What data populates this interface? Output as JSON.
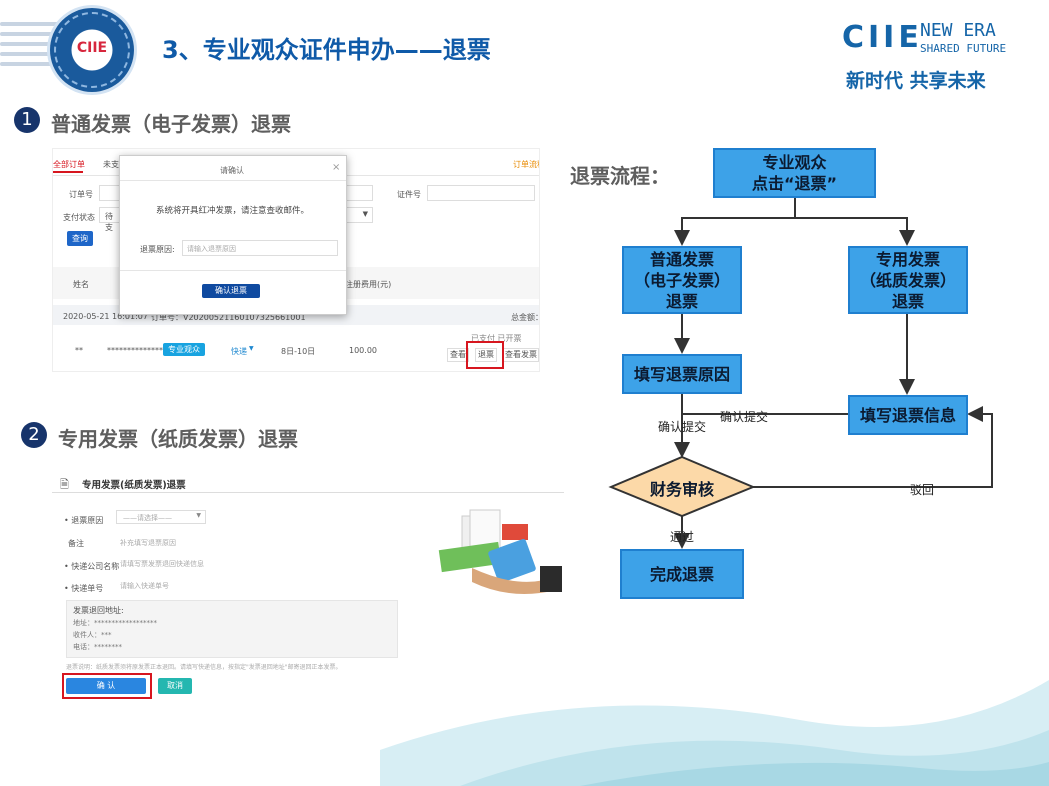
{
  "header": {
    "logo_text": "CIIE",
    "title": "3、专业观众证件申办——退票",
    "brand": "CIIE",
    "brand_line1": "NEW ERA",
    "brand_line2": "SHARED FUTURE",
    "slogan": "新时代 共享未来"
  },
  "section1": {
    "number": "1",
    "title": "普通发票（电子发票）退票"
  },
  "section2": {
    "number": "2",
    "title": "专用发票（纸质发票）退票"
  },
  "shot1": {
    "tab_all": "全部订单",
    "tab_other": "未支",
    "order_flow": "订单流程",
    "label_order_no": "订单号",
    "label_cert_no": "证件号",
    "label_pay_status": "支付状态",
    "pay_status_value": "待支",
    "query_button": "查询",
    "col_name": "姓名",
    "col_fee": "注册费用(元)",
    "order_date": "2020-05-21 16:01:07",
    "order_no": "订单号：V20200521160107325661001",
    "total_label": "总金额：",
    "row_name": "**",
    "row_id": "******************",
    "row_type": "专业观众",
    "row_delivery": "快递",
    "row_days": "8日-10日",
    "row_amount": "100.00",
    "row_status": "已支付 已开票",
    "btn_view": "查看",
    "btn_refund": "退票",
    "btn_view_invoice": "查看发票",
    "modal": {
      "title": "请确认",
      "close": "×",
      "message": "系统将开具红冲发票，请注意查收邮件。",
      "reason_label": "退票原因:",
      "reason_placeholder": "请输入退票原因",
      "confirm_button": "确认退票"
    }
  },
  "shot2": {
    "title": "专用发票(纸质发票)退票",
    "reason_label": "• 退票原因",
    "reason_placeholder": "——请选择——",
    "note_label": "备注",
    "note_placeholder": "补充填写退票原因",
    "courier_label": "• 快递公司名称",
    "courier_placeholder": "请填写票发票退回快递信息",
    "tracking_label": "• 快递单号",
    "tracking_placeholder": "请输入快递单号",
    "addr_title": "发票退回地址:",
    "addr_line": "地址：******************",
    "addr_recipient": "收件人：***",
    "addr_phone": "电话：********",
    "instruction": "退票说明：纸质发票须将原发票正本退回。请填写快递信息，按指定\"发票退回地址\"邮寄退回正本发票。",
    "confirm_button": "确 认",
    "cancel_button": "取消"
  },
  "flow": {
    "heading": "退票流程：",
    "start": [
      "专业观众",
      "点击“退票”"
    ],
    "branch_left": [
      "普通发票",
      "（电子发票）",
      "退票"
    ],
    "branch_right": [
      "专用发票",
      "（纸质发票）",
      "退票"
    ],
    "fill_reason": "填写退票原因",
    "fill_info": "填写退票信息",
    "confirm_submit_left": "确认提交",
    "confirm_submit_right": "确认提交",
    "review": "财务审核",
    "reject": "驳回",
    "pass": "通过",
    "done": "完成退票"
  },
  "colors": {
    "flow_box": "#3da2e8",
    "diamond": "#fcd9a8",
    "title_blue": "#0f5aa8",
    "highlight_red": "#d7161f"
  }
}
